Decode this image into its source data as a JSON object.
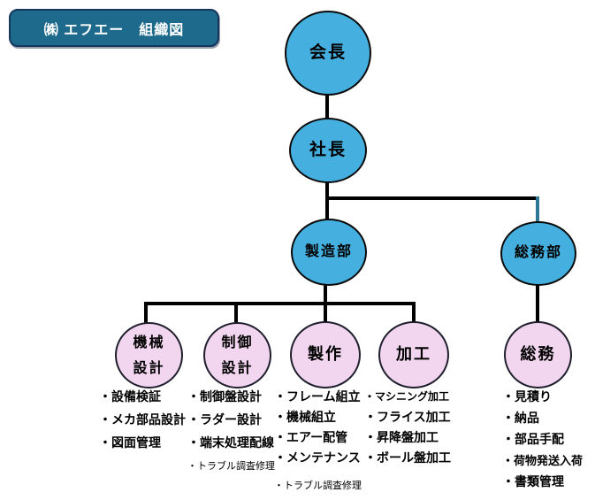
{
  "title": "㈱ エフエー　組織図",
  "colors": {
    "node-blue": "#45B0E0",
    "node-pink": "#F2D6EF",
    "title-bg": "#1E6A8C",
    "title-border": "#16365D",
    "title-text": "#FFFFFF",
    "connector": "#000000"
  },
  "nodes": {
    "chairman": {
      "label": "会長"
    },
    "president": {
      "label": "社長"
    },
    "manufacturing_dept": {
      "label": "製造部"
    },
    "general_affairs_dept": {
      "label": "総務部"
    },
    "machine_design": {
      "line1": "機械",
      "line2": "設計"
    },
    "control_design": {
      "line1": "制御",
      "line2": "設計"
    },
    "production": {
      "label": "製作"
    },
    "processing": {
      "label": "加工"
    },
    "general_affairs": {
      "label": "総務"
    }
  },
  "duties": {
    "machine_design": [
      {
        "label": "・設備検証",
        "size": "normal"
      },
      {
        "label": "・メカ部品設計",
        "size": "normal"
      },
      {
        "label": "・図面管理",
        "size": "normal"
      }
    ],
    "control_design": [
      {
        "label": "・制御盤設計",
        "size": "normal"
      },
      {
        "label": "・ラダー設計",
        "size": "normal"
      },
      {
        "label": "・端末処理配線",
        "size": "normal"
      },
      {
        "label": "・トラブル調査修理",
        "size": "small"
      }
    ],
    "production": [
      {
        "label": "・フレーム組立",
        "size": "normal"
      },
      {
        "label": "・機械組立",
        "size": "normal"
      },
      {
        "label": "・エアー配管",
        "size": "normal"
      },
      {
        "label": "・メンテナンス",
        "size": "normal"
      },
      {
        "label": "・トラブル調査修理",
        "size": "small"
      }
    ],
    "processing": [
      {
        "label": "・マシニング加工",
        "size": "sm12"
      },
      {
        "label": "・フライス加工",
        "size": "normal"
      },
      {
        "label": "・昇降盤加工",
        "size": "normal"
      },
      {
        "label": "・ボール盤加工",
        "size": "normal"
      }
    ],
    "general_affairs": [
      {
        "label": "・見積り",
        "size": "normal"
      },
      {
        "label": "・納品",
        "size": "normal"
      },
      {
        "label": "・部品手配",
        "size": "normal"
      },
      {
        "label": "・荷物発送入荷",
        "size": "sm13"
      },
      {
        "label": "・書類管理",
        "size": "normal"
      }
    ]
  }
}
